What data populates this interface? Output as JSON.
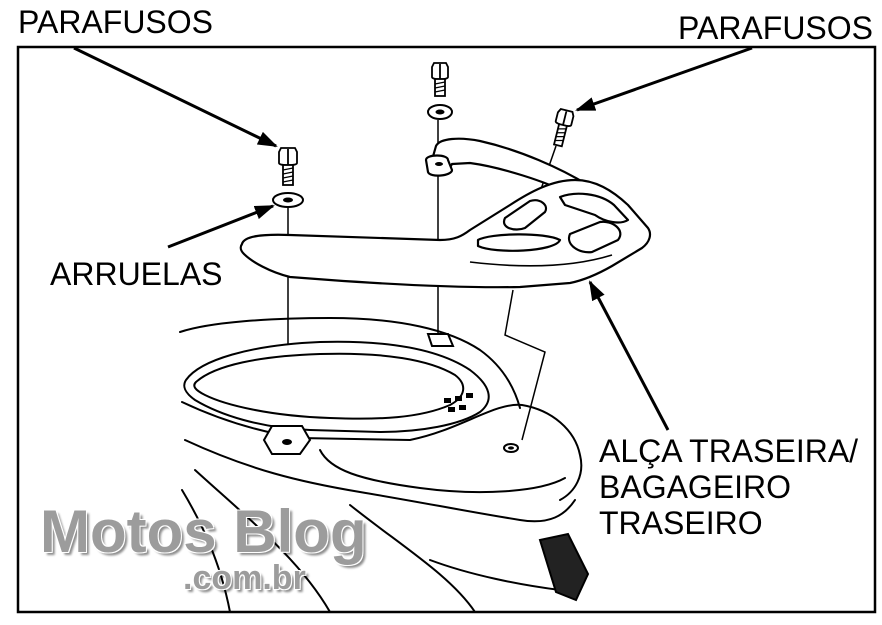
{
  "labels": {
    "screws_left": "PARAFUSOS",
    "screws_right": "PARAFUSOS",
    "washers": "ARRUELAS",
    "rack_line1": "ALÇA TRASEIRA/",
    "rack_line2": "BAGAGEIRO",
    "rack_line3": "TRASEIRO"
  },
  "watermark": {
    "name": "Motos Blog",
    "domain": ".com.br"
  },
  "colors": {
    "ink": "#000000",
    "background": "#ffffff",
    "watermark": "#9c9c9c"
  }
}
